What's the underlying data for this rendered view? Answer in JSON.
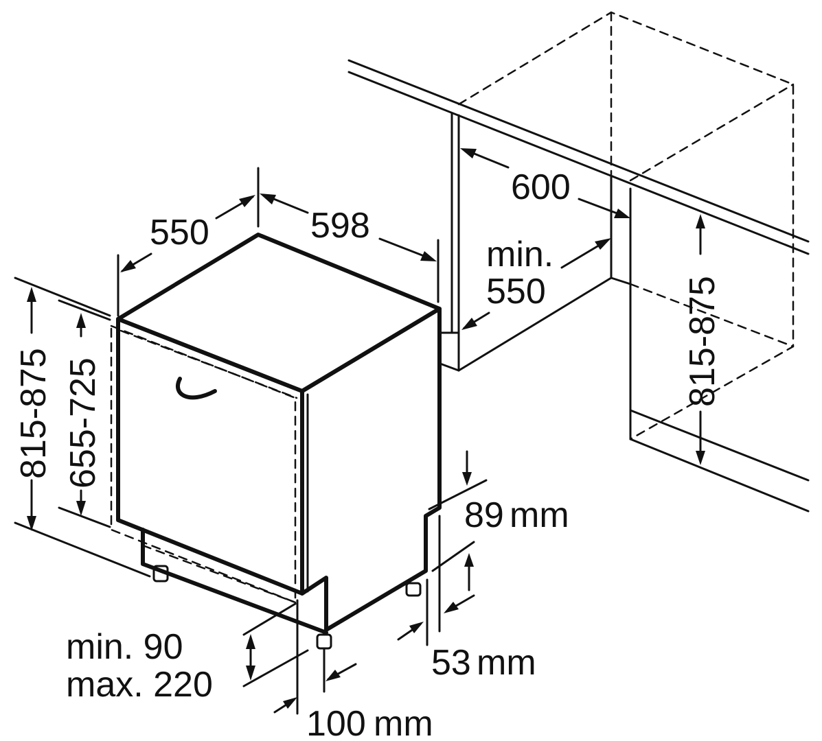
{
  "dimensions": {
    "appliance_depth": "550",
    "appliance_width": "598",
    "niche_width": "600",
    "niche_depth_line1": "min.",
    "niche_depth_line2": "550",
    "niche_height": "815-875",
    "appliance_height": "815-875",
    "door_height": "655-725",
    "plinth_top_value": "89",
    "plinth_top_unit": "mm",
    "plinth_bottom_value": "53",
    "plinth_bottom_unit": "mm",
    "plinth_height_line1": "min. 90",
    "plinth_height_line2": "max. 220",
    "plinth_setback_value": "100",
    "plinth_setback_unit": "mm"
  }
}
